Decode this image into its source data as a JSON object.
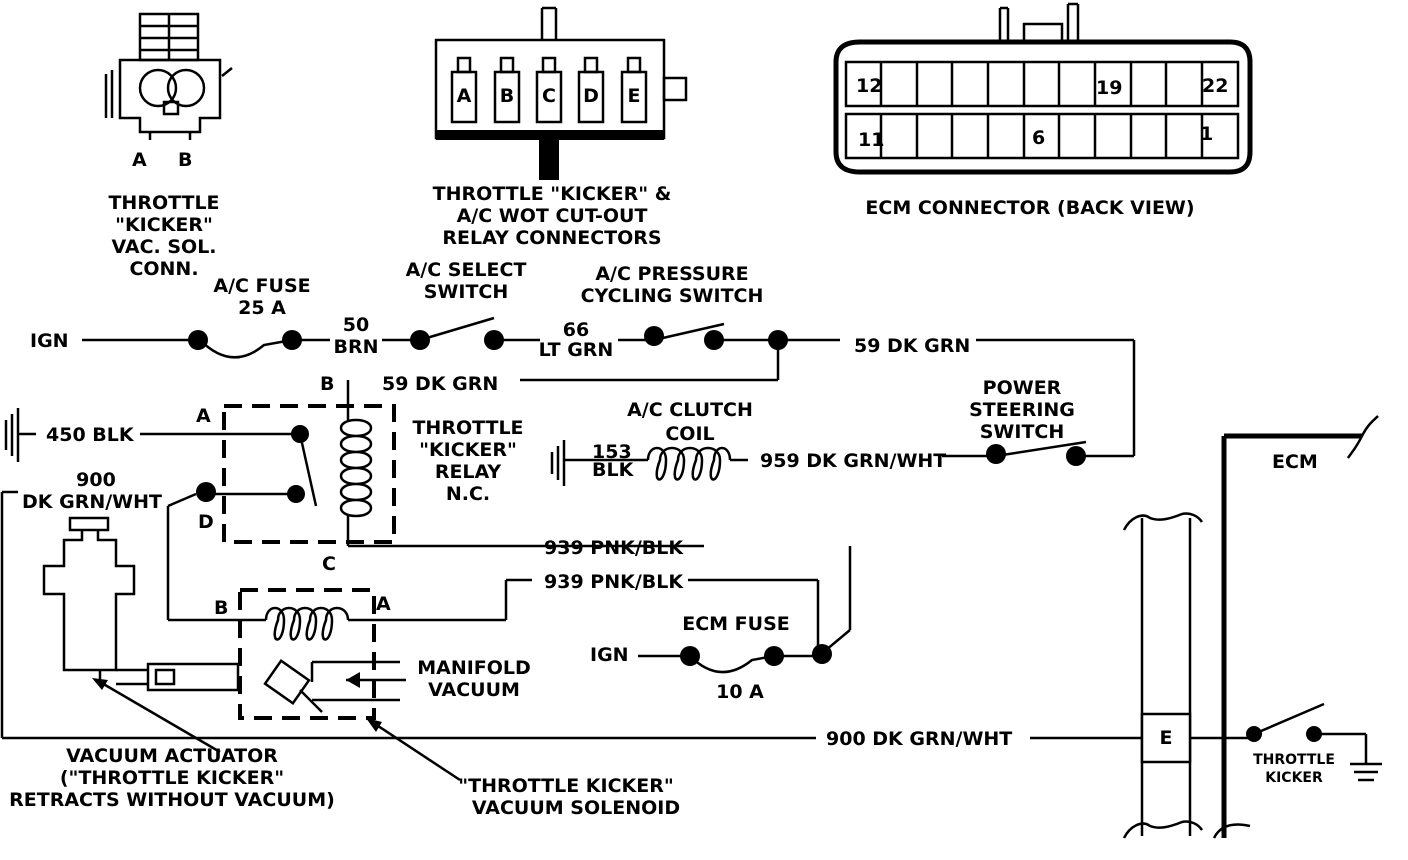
{
  "connectors": {
    "solenoid": {
      "pins": [
        "A",
        "B"
      ],
      "caption": [
        "THROTTLE",
        "\"KICKER\"",
        "VAC. SOL.",
        "CONN."
      ]
    },
    "relay": {
      "pins": [
        "A",
        "B",
        "C",
        "D",
        "E"
      ],
      "caption": [
        "THROTTLE \"KICKER\" &",
        "A/C WOT CUT-OUT",
        "RELAY CONNECTORS"
      ]
    },
    "ecm": {
      "pins": [
        "12",
        "19",
        "22",
        "11",
        "6",
        "1"
      ],
      "caption": "ECM CONNECTOR (BACK VIEW)"
    }
  },
  "circuit": {
    "ign_top": "IGN",
    "ac_fuse": [
      "A/C FUSE",
      "25 A"
    ],
    "wire_50": [
      "50",
      "BRN"
    ],
    "ac_select": [
      "A/C SELECT",
      "SWITCH"
    ],
    "wire_66": [
      "66",
      "LT GRN"
    ],
    "ac_pressure": [
      "A/C PRESSURE",
      "CYCLING SWITCH"
    ],
    "wire_59_right": "59 DK GRN",
    "wire_59_relay": "59 DK GRN",
    "relay_pin_a": "A",
    "relay_pin_b": "B",
    "relay_pin_c": "C",
    "relay_pin_d": "D",
    "wire_450": "450 BLK",
    "relay_label": [
      "THROTTLE",
      "\"KICKER\"",
      "RELAY",
      "N.C."
    ],
    "ac_clutch": [
      "A/C CLUTCH",
      "COIL"
    ],
    "wire_153": [
      "153",
      "BLK"
    ],
    "wire_959": "959 DK GRN/WHT",
    "power_steering": [
      "POWER",
      "STEERING",
      "SWITCH"
    ],
    "ecm_label": "ECM",
    "wire_900_left": [
      "900",
      "DK GRN/WHT"
    ],
    "wire_939_a": "939 PNK/BLK",
    "wire_939_b": "939 PNK/BLK",
    "solenoid_pin_b": "B",
    "solenoid_pin_a": "A",
    "ecm_fuse": [
      "ECM FUSE",
      "10 A"
    ],
    "ign_bottom": "IGN",
    "manifold": [
      "MANIFOLD",
      "VACUUM"
    ],
    "wire_900_bottom": "900 DK GRN/WHT",
    "ecm_pin_e": "E",
    "throttle_kicker_switch": [
      "THROTTLE",
      "KICKER"
    ],
    "vacuum_actuator": [
      "VACUUM ACTUATOR",
      "(\"THROTTLE KICKER\"",
      "RETRACTS WITHOUT  VACUUM)"
    ],
    "vacuum_solenoid": [
      "\"THROTTLE KICKER\"",
      "VACUUM SOLENOID"
    ]
  }
}
